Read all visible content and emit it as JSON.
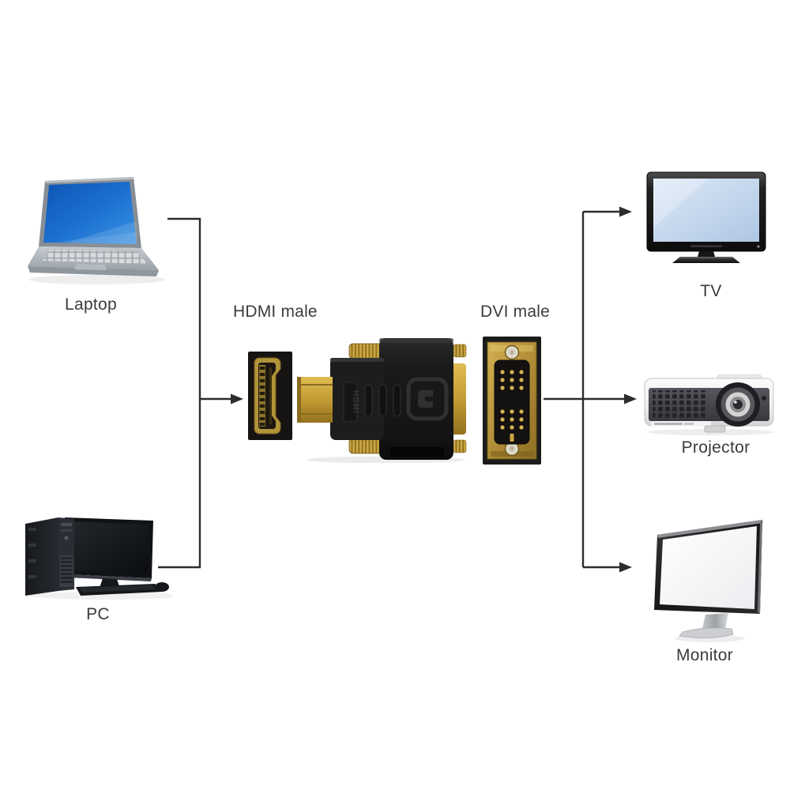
{
  "diagram": {
    "title_implicit": "HDMI to DVI adapter connection diagram",
    "sources": [
      {
        "id": "laptop",
        "label": "Laptop"
      },
      {
        "id": "pc",
        "label": "PC"
      }
    ],
    "adapter": {
      "hdmi_label": "HDMI male",
      "dvi_label": "DVI male",
      "molding_text": "HDMI"
    },
    "targets": [
      {
        "id": "tv",
        "label": "TV"
      },
      {
        "id": "projector",
        "label": "Projector"
      },
      {
        "id": "monitor",
        "label": "Monitor"
      }
    ],
    "illustrations": [
      "laptop-illustration",
      "pc-illustration",
      "hdmi-connector-photo",
      "adapter-photo",
      "dvi-connector-photo",
      "tv-illustration",
      "projector-illustration",
      "monitor-illustration"
    ],
    "colors": {
      "background": "#ffffff",
      "line": "#2d2d2d",
      "label_text": "#3b3b3b",
      "gold": "#c2a043",
      "gold_dark": "#8a6a1e",
      "connector_body_black": "#191919",
      "laptop_screen_blue": "#1f6fd0",
      "tv_screen_blue": "#c6d8ee"
    }
  }
}
